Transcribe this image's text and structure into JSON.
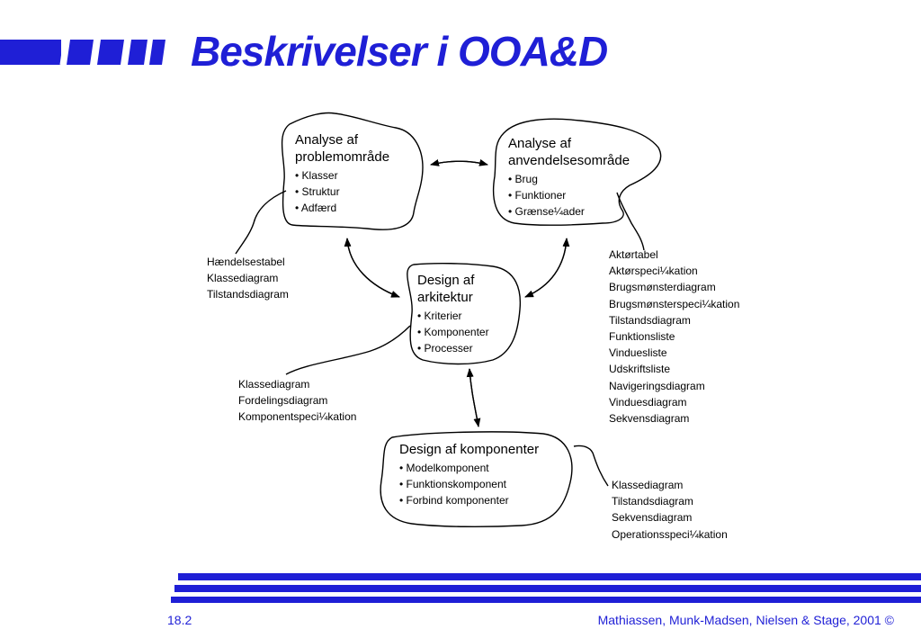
{
  "title": "Beskrivelser i OOA&D",
  "colors": {
    "accent": "#1f1fd6",
    "ink": "#000000"
  },
  "nodes": {
    "problem_domain": {
      "title_lines": [
        "Analyse af",
        "problemområde"
      ],
      "items": [
        "Klasser",
        "Struktur",
        "Adfærd"
      ]
    },
    "application_domain": {
      "title_lines": [
        "Analyse af",
        "anvendelsesområde"
      ],
      "items": [
        "Brug",
        "Funktioner",
        "Grænse¼ader"
      ]
    },
    "architecture": {
      "title_lines": [
        "Design af",
        "arkitektur"
      ],
      "items": [
        "Kriterier",
        "Komponenter",
        "Processer"
      ]
    },
    "components": {
      "title_lines": [
        "Design af komponenter"
      ],
      "items": [
        "Modelkomponent",
        "Funktionskomponent",
        "Forbind komponenter"
      ]
    }
  },
  "artifacts": {
    "problem_domain": [
      "Hændelsestabel",
      "Klassediagram",
      "Tilstandsdiagram"
    ],
    "application_domain": [
      "Aktørtabel",
      "Aktørspeci¼kation",
      "Brugsmønsterdiagram",
      "Brugsmønsterspeci¼kation",
      "Tilstandsdiagram",
      "Funktionsliste",
      "Vinduesliste",
      "Udskriftsliste",
      "Navigeringsdiagram",
      "Vinduesdiagram",
      "Sekvensdiagram"
    ],
    "architecture": [
      "Klassediagram",
      "Fordelingsdiagram",
      "Komponentspeci¼kation"
    ],
    "components": [
      "Klassediagram",
      "Tilstandsdiagram",
      "Sekvensdiagram",
      "Operationsspeci¼kation"
    ]
  },
  "footer": {
    "slide_number": "18.2",
    "credit": "Mathiassen, Munk-Madsen, Nielsen & Stage, 2001 ©"
  }
}
